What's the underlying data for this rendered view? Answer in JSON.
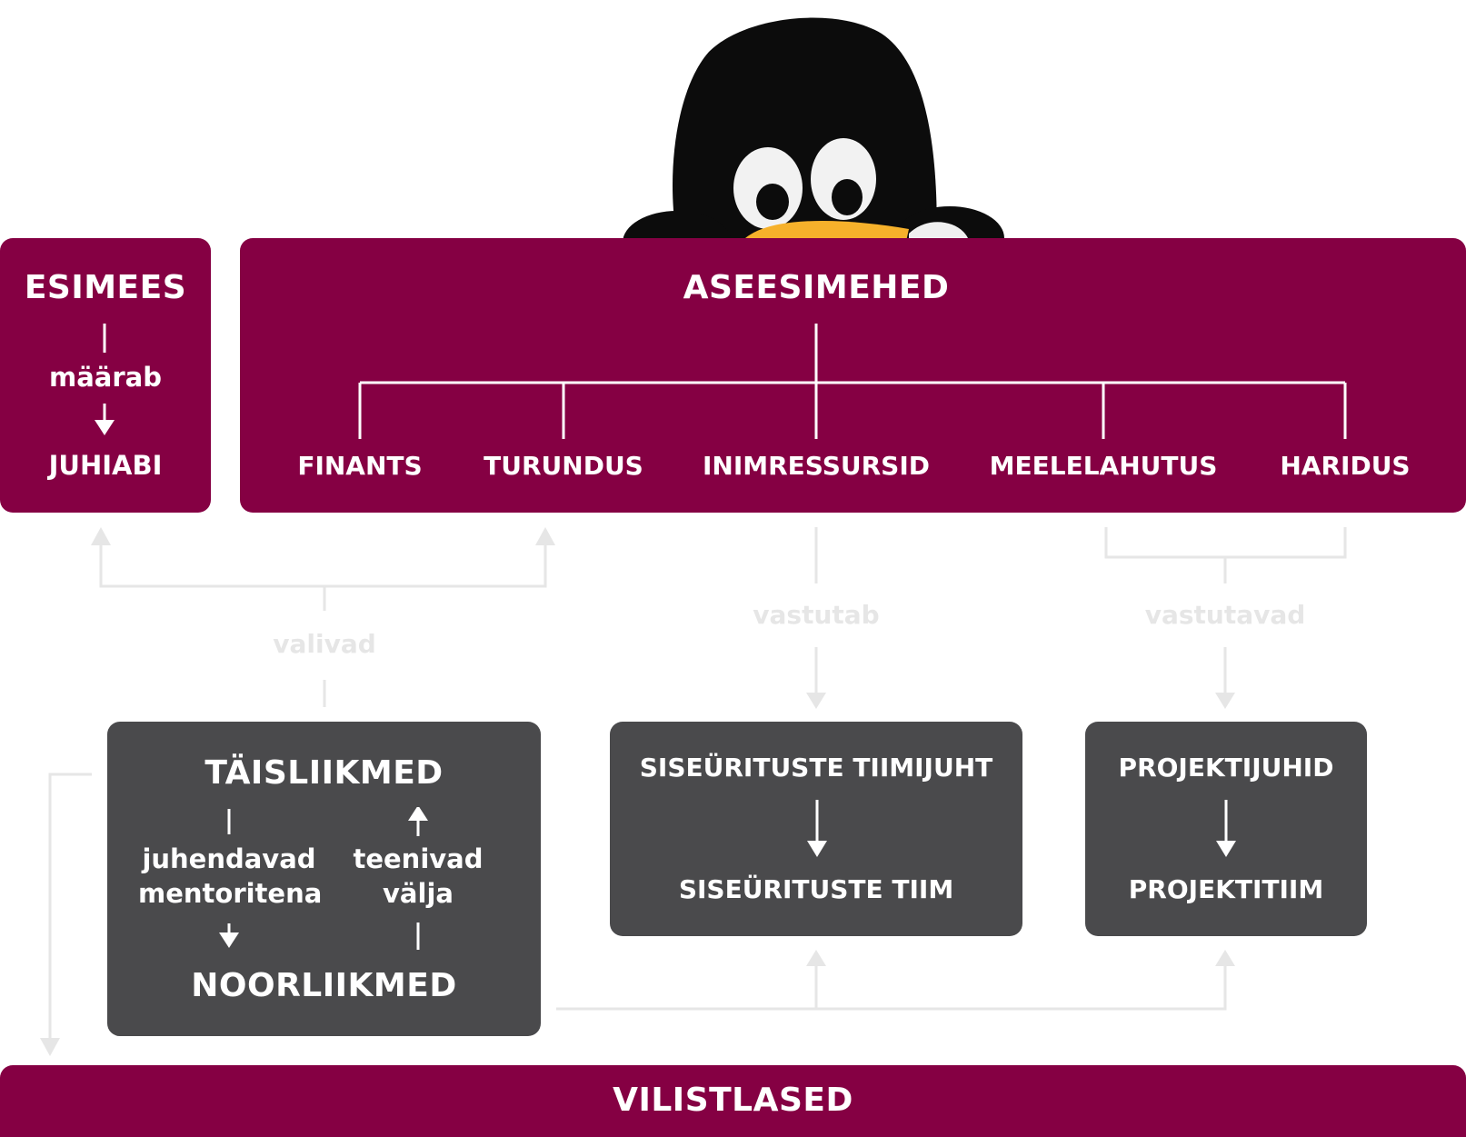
{
  "colors": {
    "maroon": "#850043",
    "dark_gray": "#4a4a4c",
    "light_connector": "#e6e6e6",
    "white": "#ffffff"
  },
  "mascot": {
    "icon": "penguin-mascot-icon"
  },
  "esimees": {
    "title": "ESIMEES",
    "relation": "määrab",
    "target": "JUHIABI"
  },
  "aseesimehed": {
    "title": "ASEESIMEHED",
    "roles": [
      "FINANTS",
      "TURUNDUS",
      "INIMRESSURSID",
      "MEELELAHUTUS",
      "HARIDUS"
    ]
  },
  "connectors": {
    "valivad": "valivad",
    "vastutab": "vastutab",
    "vastutavad": "vastutavad"
  },
  "members": {
    "full": "TÄISLIIKMED",
    "down_relation_1": "juhendavad",
    "down_relation_2": "mentoritena",
    "up_relation_1": "teenivad",
    "up_relation_2": "välja",
    "young": "NOORLIIKMED"
  },
  "internal_events": {
    "lead": "SISEÜRITUSTE TIIMIJUHT",
    "team": "SISEÜRITUSTE TIIM"
  },
  "projects": {
    "lead": "PROJEKTIJUHID",
    "team": "PROJEKTITIIM"
  },
  "alumni": {
    "title": "VILISTLASED"
  }
}
